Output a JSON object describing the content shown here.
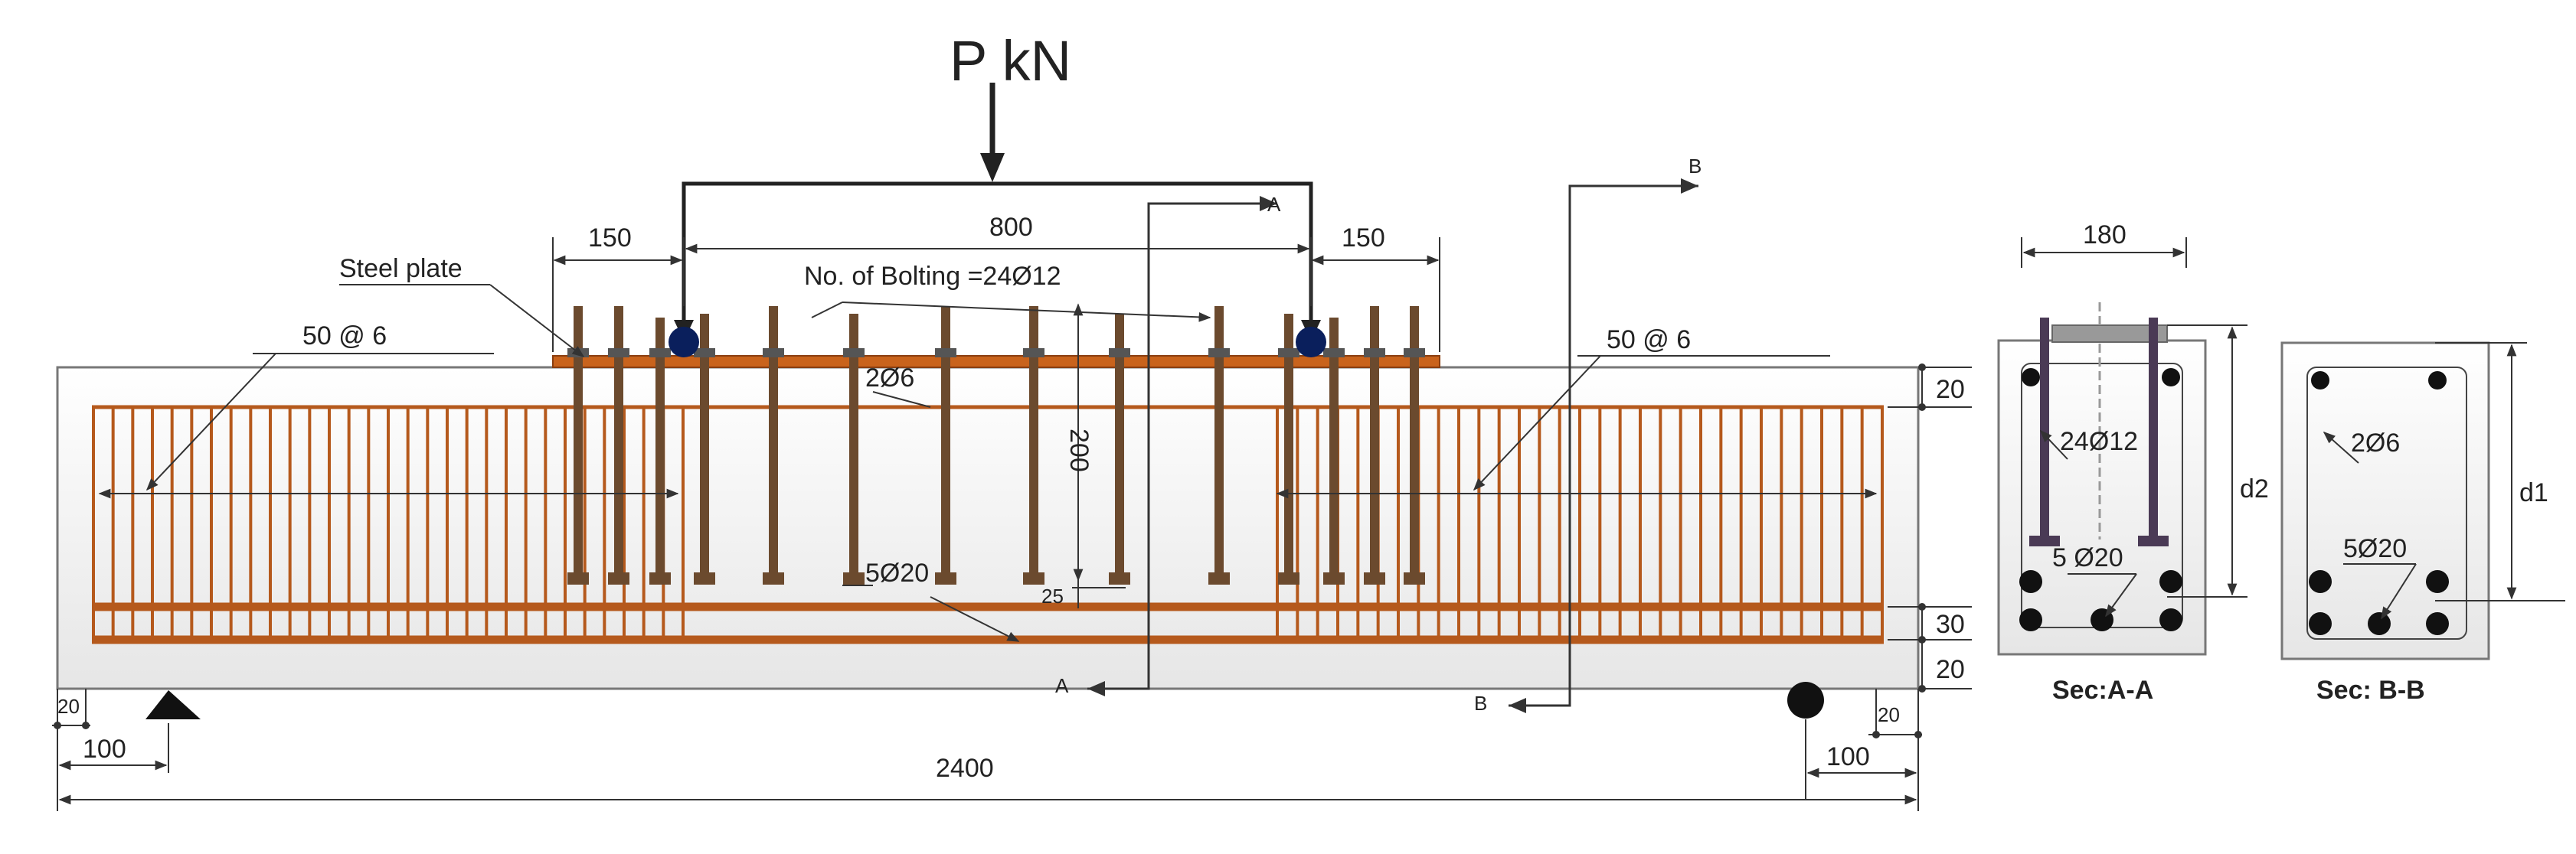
{
  "load": {
    "label": "P kN"
  },
  "beam": {
    "labels": {
      "steel_plate": "Steel plate",
      "bolting": "No. of Bolting =24Ø12",
      "stirrups_left": "50 @ 6",
      "stirrups_right": "50 @ 6",
      "top_bars": "2Ø6",
      "bottom_bars": "5Ø20",
      "bolt_length": "200",
      "bolt_gap": "25",
      "section_mark_a": "A",
      "section_mark_b": "B"
    },
    "dimensions": {
      "plate_left": "150",
      "plate_mid": "800",
      "plate_right": "150",
      "cover_top": "20",
      "bar_spacing": "30",
      "cover_bottom": "20",
      "support_overhang_left": "20",
      "support_overhang_right": "20",
      "support_left": "100",
      "support_right": "100",
      "total_length": "2400"
    }
  },
  "section_a": {
    "title": "Sec:A-A",
    "width": "180",
    "bolts": "24Ø12",
    "bottom_bars": "5 Ø20",
    "depth": "d2"
  },
  "section_b": {
    "title": "Sec: B-B",
    "top_bars": "2Ø6",
    "bottom_bars": "5Ø20",
    "depth": "d1"
  },
  "colors": {
    "rebar": "#b5591c",
    "bolt": "#6b4a2e",
    "support": "#111111",
    "roller": "#0a1f5c",
    "sec_bolt": "#4a3a55",
    "concrete": "#f3f3f3"
  }
}
